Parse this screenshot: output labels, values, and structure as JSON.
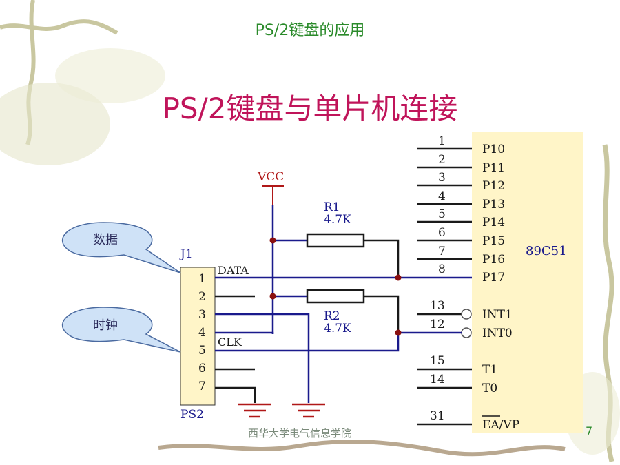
{
  "slide": {
    "header_title": "PS/2键盘的应用",
    "title": "PS/2键盘与单片机连接",
    "footer": "西华大学电气信息学院",
    "page_number": "7"
  },
  "callouts": {
    "data": "数据",
    "clock": "时钟"
  },
  "power": {
    "vcc": "VCC"
  },
  "connector": {
    "ref": "J1",
    "name": "PS2",
    "pins": [
      "1",
      "2",
      "3",
      "4",
      "5",
      "6",
      "7"
    ],
    "signal_data": "DATA",
    "signal_clk": "CLK"
  },
  "resistors": [
    {
      "ref": "R1",
      "value": "4.7K"
    },
    {
      "ref": "R2",
      "value": "4.7K"
    }
  ],
  "mcu": {
    "name": "89C51",
    "pins": [
      {
        "num": "1",
        "label": "P10"
      },
      {
        "num": "2",
        "label": "P11"
      },
      {
        "num": "3",
        "label": "P12"
      },
      {
        "num": "4",
        "label": "P13"
      },
      {
        "num": "5",
        "label": "P14"
      },
      {
        "num": "6",
        "label": "P15"
      },
      {
        "num": "7",
        "label": "P16"
      },
      {
        "num": "8",
        "label": "P17"
      },
      {
        "num": "13",
        "label": "INT1"
      },
      {
        "num": "12",
        "label": "INT0"
      },
      {
        "num": "15",
        "label": "T1"
      },
      {
        "num": "14",
        "label": "T0"
      },
      {
        "num": "31",
        "label": "EA/VP"
      }
    ]
  },
  "colors": {
    "wire_blue": "#1a1a8c",
    "wire_dark": "#1a1a1a",
    "chip_fill": "#fff5c8",
    "vcc_red": "#b01818",
    "callout_fill": "#cfe2f7",
    "junction": "#8a1010",
    "title_magenta": "#c0145a",
    "header_green": "#2a8a2a"
  }
}
